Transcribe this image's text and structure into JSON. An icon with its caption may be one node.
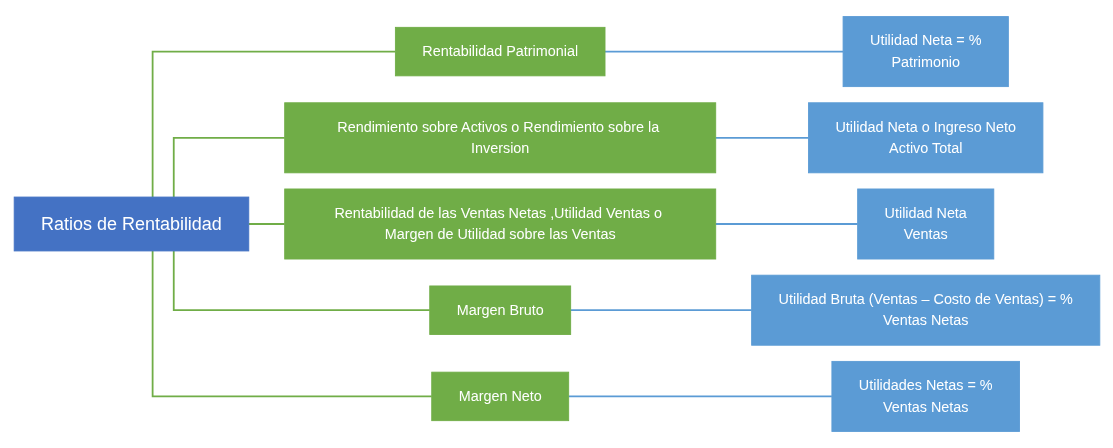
{
  "diagram": {
    "nodes": [
      {
        "text": [
          "Ratios de Rentabilidad"
        ]
      },
      {
        "text": [
          "Rentabilidad Patrimonial"
        ]
      },
      {
        "text": [
          "Utilidad Neta = %",
          "Patrimonio"
        ]
      },
      {
        "text": [
          "Rendimiento sobre Activos o Rendimiento sobre la Inversion"
        ]
      },
      {
        "text": [
          "Utilidad Neta o Ingreso Neto",
          "Activo Total"
        ]
      },
      {
        "text": [
          "Rentabilidad de las Ventas Netas ,Utilidad Ventas o Margen de Utilidad sobre las Ventas"
        ]
      },
      {
        "text": [
          "Utilidad Neta",
          "Ventas"
        ]
      },
      {
        "text": [
          "Margen Bruto"
        ]
      },
      {
        "text": [
          "Utilidad Bruta (Ventas – Costo de Ventas) = %",
          "Ventas Netas"
        ]
      },
      {
        "text": [
          "Margen Neto"
        ]
      },
      {
        "text": [
          "Utilidades Netas = %",
          "Ventas Netas"
        ]
      }
    ],
    "edges": [
      {
        "from": 0,
        "to": 1,
        "arrow": "none",
        "color": "#70ad47"
      },
      {
        "from": 0,
        "to": 3,
        "arrow": "none",
        "color": "#70ad47"
      },
      {
        "from": 0,
        "to": 5,
        "arrow": "none",
        "color": "#70ad47"
      },
      {
        "from": 0,
        "to": 7,
        "arrow": "none",
        "color": "#70ad47"
      },
      {
        "from": 0,
        "to": 9,
        "arrow": "none",
        "color": "#70ad47"
      },
      {
        "from": 1,
        "to": 2,
        "arrow": "none",
        "color": "#5b9bd5"
      },
      {
        "from": 3,
        "to": 4,
        "arrow": "none",
        "color": "#5b9bd5"
      },
      {
        "from": 5,
        "to": 6,
        "arrow": "none",
        "color": "#5b9bd5"
      },
      {
        "from": 7,
        "to": 8,
        "arrow": "none",
        "color": "#5b9bd5"
      },
      {
        "from": 9,
        "to": 10,
        "arrow": "none",
        "color": "#5b9bd5"
      }
    ]
  }
}
